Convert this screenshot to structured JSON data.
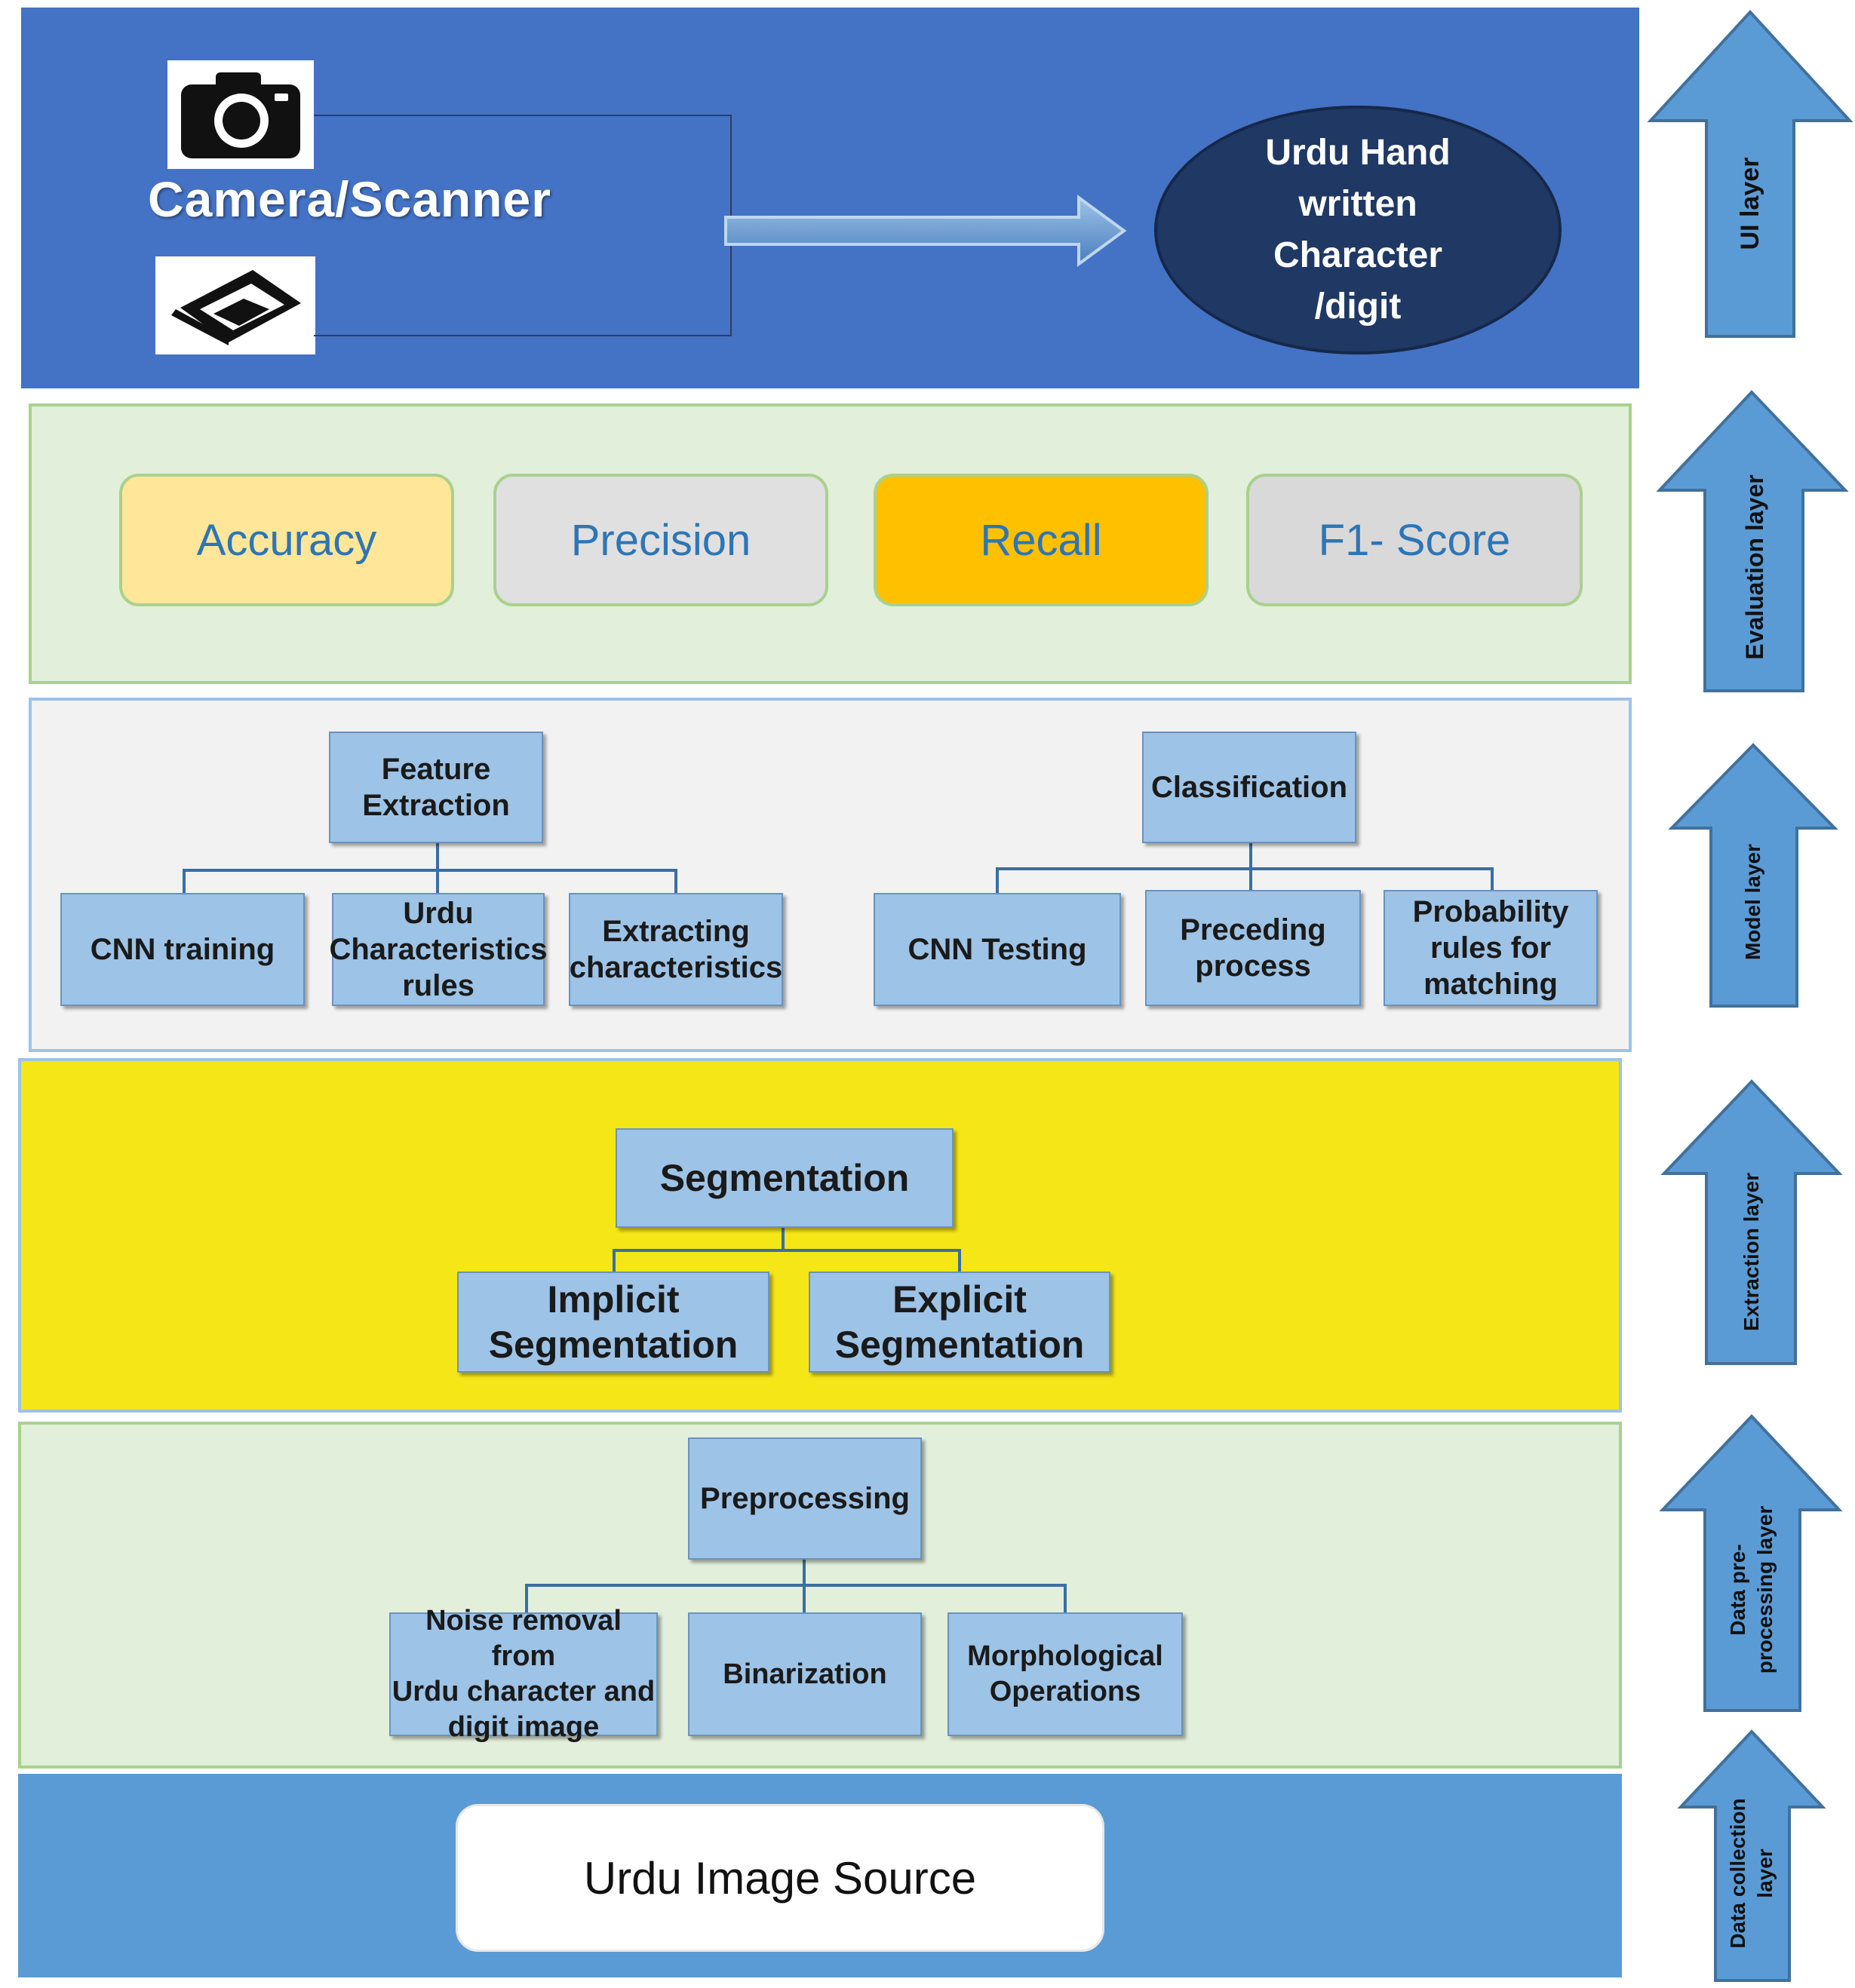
{
  "ui_layer": {
    "input_label": "Camera/Scanner",
    "output_lines": [
      "Urdu Hand",
      "written",
      "Character",
      "/digit"
    ]
  },
  "evaluation_layer": {
    "metrics": [
      "Accuracy",
      "Precision",
      "Recall",
      "F1- Score"
    ],
    "metric_colors": [
      "#ffe699",
      "#e0e0e0",
      "#ffc000",
      "#d9d9d9"
    ]
  },
  "model_layer": {
    "feature_extraction": {
      "title_lines": [
        "Feature",
        "Extraction"
      ],
      "children": [
        {
          "lines": [
            "CNN training"
          ]
        },
        {
          "lines": [
            "Urdu",
            "Characteristics",
            "rules"
          ]
        },
        {
          "lines": [
            "Extracting",
            "characteristics"
          ]
        }
      ]
    },
    "classification": {
      "title_lines": [
        "Classification"
      ],
      "children": [
        {
          "lines": [
            "CNN Testing"
          ]
        },
        {
          "lines": [
            "Preceding",
            "process"
          ]
        },
        {
          "lines": [
            "Probability",
            "rules for",
            "matching"
          ]
        }
      ]
    }
  },
  "extraction_layer": {
    "title": "Segmentation",
    "children": [
      {
        "lines": [
          "Implicit",
          "Segmentation"
        ]
      },
      {
        "lines": [
          "Explicit",
          "Segmentation"
        ]
      }
    ]
  },
  "preprocessing_layer": {
    "title": "Preprocessing",
    "children": [
      {
        "lines": [
          "Noise removal from",
          "Urdu character and",
          "digit image"
        ]
      },
      {
        "lines": [
          "Binarization"
        ]
      },
      {
        "lines": [
          "Morphological",
          "Operations"
        ]
      }
    ]
  },
  "collection_layer": {
    "source": "Urdu Image Source"
  },
  "side_arrows": [
    {
      "lines": [
        "UI  layer"
      ]
    },
    {
      "lines": [
        "Evaluation  layer"
      ]
    },
    {
      "lines": [
        "Model  layer"
      ]
    },
    {
      "lines": [
        "Extraction layer"
      ]
    },
    {
      "lines": [
        "Data pre-",
        "processing layer"
      ]
    },
    {
      "lines": [
        "Data collection",
        "layer"
      ]
    }
  ],
  "colors": {
    "ui_band": "#4472c4",
    "oval": "#1f3864",
    "node_fill": "#9dc3e6",
    "extraction_band": "#f5e617",
    "collection_band": "#5b9bd5",
    "arrow_fill": "#5b9bd5"
  }
}
